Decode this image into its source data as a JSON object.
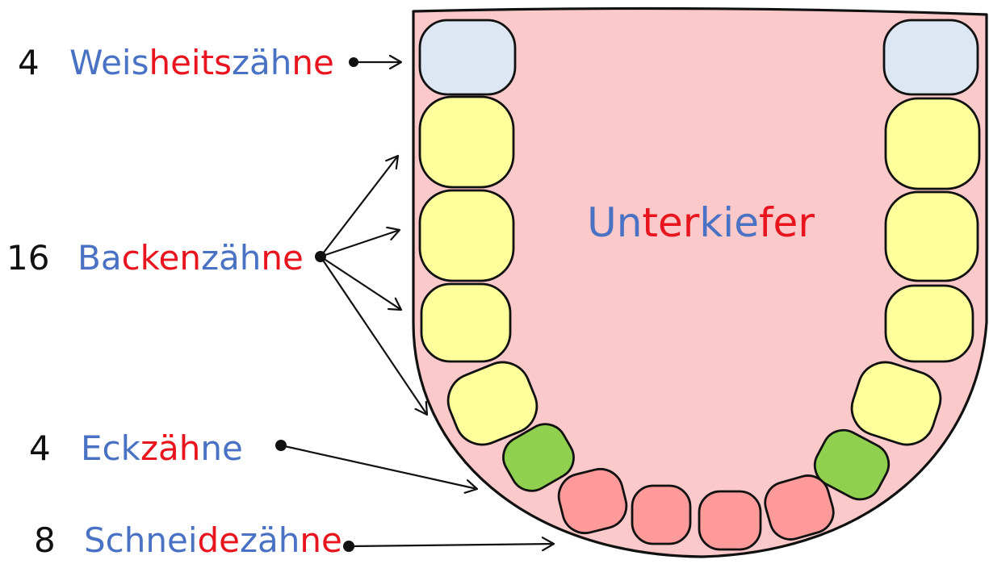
{
  "colors": {
    "blue": "#4a72c4",
    "red": "#e8141e",
    "black": "#111111",
    "jaw_fill": "#fbc9c9",
    "wisdom": "#dce7f3",
    "molar": "#ffff9c",
    "canine": "#8fd04f",
    "incisor": "#ff9a9a",
    "outline": "#111111"
  },
  "jaw": {
    "title_segments": [
      {
        "text": "Un",
        "color": "blue"
      },
      {
        "text": "ter",
        "color": "red"
      },
      {
        "text": "kie",
        "color": "blue"
      },
      {
        "text": "fer",
        "color": "red"
      }
    ]
  },
  "labels": [
    {
      "id": "wisdom",
      "count": "4",
      "segments": [
        {
          "text": "Weis",
          "color": "blue"
        },
        {
          "text": "heits",
          "color": "red"
        },
        {
          "text": "zäh",
          "color": "blue"
        },
        {
          "text": "ne",
          "color": "red"
        }
      ]
    },
    {
      "id": "molars",
      "count": "16",
      "segments": [
        {
          "text": "Ba",
          "color": "blue"
        },
        {
          "text": "cken",
          "color": "red"
        },
        {
          "text": "zäh",
          "color": "blue"
        },
        {
          "text": "ne",
          "color": "red"
        }
      ]
    },
    {
      "id": "canines",
      "count": "4",
      "segments": [
        {
          "text": "Eck",
          "color": "blue"
        },
        {
          "text": "zäh",
          "color": "red"
        },
        {
          "text": "ne",
          "color": "blue"
        }
      ]
    },
    {
      "id": "incisors",
      "count": "8",
      "segments": [
        {
          "text": "Schnei",
          "color": "blue"
        },
        {
          "text": "de",
          "color": "red"
        },
        {
          "text": "zäh",
          "color": "blue"
        },
        {
          "text": "ne",
          "color": "red"
        }
      ]
    }
  ]
}
